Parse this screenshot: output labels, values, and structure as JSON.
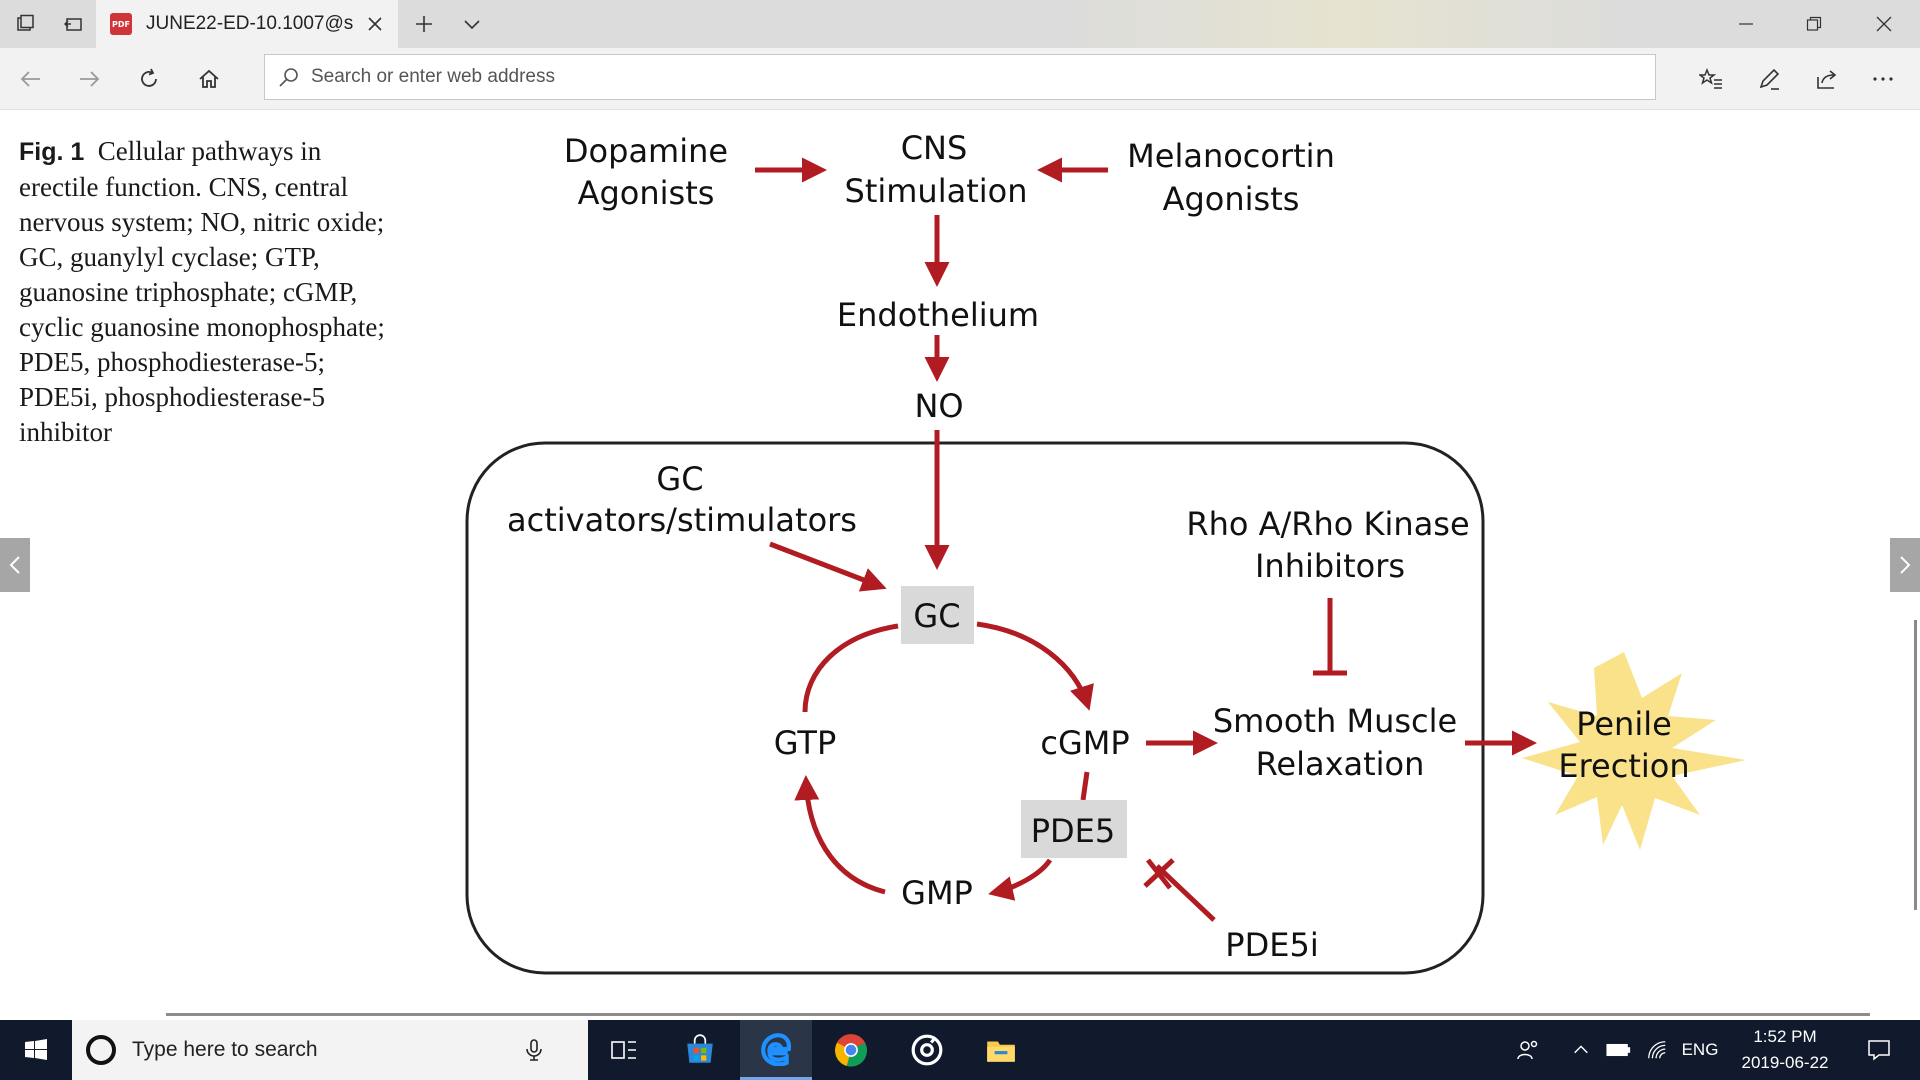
{
  "browser": {
    "tab_title": "JUNE22-ED-10.1007@s",
    "tab_icon": "pdf-icon",
    "address_placeholder": "Search or enter web address"
  },
  "figure": {
    "caption_label": "Fig. 1",
    "caption_lines": [
      "Cellular pathways in",
      "erectile function. CNS, central",
      "nervous system; NO, nitric oxide;",
      "GC, guanylyl cyclase; GTP,",
      "guanosine triphosphate; cGMP,",
      "cyclic guanosine monophosphate;",
      "PDE5, phosphodiesterase-5;",
      "PDE5i, phosphodiesterase-5",
      "inhibitor"
    ],
    "nodes": {
      "dopamine_1": "Dopamine",
      "dopamine_2": "Agonists",
      "cns_1": "CNS",
      "cns_2": "Stimulation",
      "melanocortin_1": "Melanocortin",
      "melanocortin_2": "Agonists",
      "endothelium": "Endothelium",
      "no": "NO",
      "gc_act_1": "GC",
      "gc_act_2": "activators/stimulators",
      "gc": "GC",
      "gtp": "GTP",
      "cgmp": "cGMP",
      "pde5": "PDE5",
      "gmp": "GMP",
      "pde5i": "PDE5i",
      "rho_1": "Rho A/Rho Kinase",
      "rho_2": "Inhibitors",
      "smooth_1": "Smooth Muscle",
      "smooth_2": "Relaxation",
      "penile_1": "Penile",
      "penile_2": "Erection"
    },
    "colors": {
      "arrow": "#b01c22",
      "box_fill": "#d9d9d9",
      "burst_fill": "#f9e28a",
      "container_stroke": "#222222"
    }
  },
  "taskbar": {
    "search_placeholder": "Type here to search",
    "language": "ENG",
    "time": "1:52 PM",
    "date": "2019-06-22"
  }
}
